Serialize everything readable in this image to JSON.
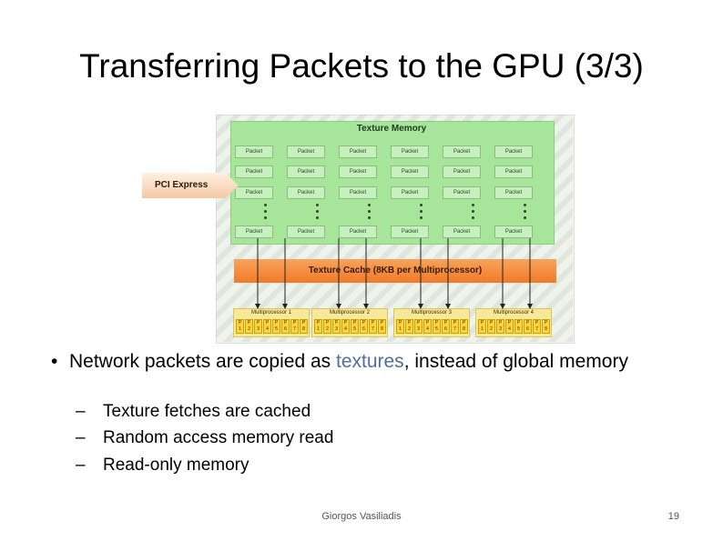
{
  "slide": {
    "title": "Transferring Packets to the GPU (3/3)",
    "footer": "Giorgos Vasiliadis",
    "page_number": "19"
  },
  "diagram": {
    "texture_memory_label": "Texture Memory",
    "packet_label": "Packet",
    "pci_label": "PCI Express",
    "cache_label": "Texture Cache (8KB per Multiprocessor)",
    "multiprocessors": [
      "Multiprocessor 1",
      "Multiprocessor 2",
      "Multiprocessor 3",
      "Multiprocessor 4"
    ],
    "processor_letter": "P",
    "processor_numbers": [
      "1",
      "2",
      "3",
      "4",
      "5",
      "6",
      "7",
      "8"
    ],
    "colors": {
      "texture_memory": "#a7e59b",
      "texture_cache": "#f17a28",
      "multiprocessor": "#f8e89a",
      "pci_express": "#f4c9a3"
    }
  },
  "bullets": {
    "main_before": "Network packets are copied as ",
    "main_highlight": "textures",
    "main_after": ", instead of global memory",
    "subs": [
      "Texture fetches are cached",
      "Random access memory read",
      "Read-only memory"
    ]
  }
}
